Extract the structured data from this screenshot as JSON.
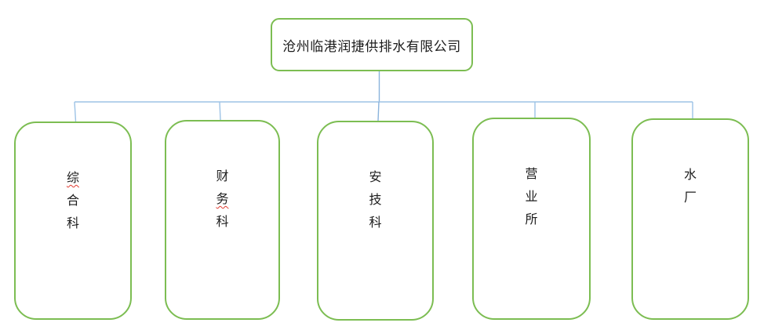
{
  "diagram": {
    "type": "org-chart",
    "root": {
      "label": "沧州临港润捷供排水有限公司"
    },
    "departments": [
      {
        "label": "综合科",
        "squiggle_indexes": [
          0
        ]
      },
      {
        "label": "财务科",
        "squiggle_indexes": [
          1
        ]
      },
      {
        "label": "安技科",
        "squiggle_indexes": []
      },
      {
        "label": "营业所",
        "squiggle_indexes": []
      },
      {
        "label": "水厂",
        "squiggle_indexes": []
      }
    ]
  },
  "colors": {
    "box_border_green": "#7CBD52",
    "connector_blue": "#9DC3E6",
    "connector_blue_dark": "#8AB3DC",
    "text": "#1c1c1c",
    "squiggle_red": "#E03A2F",
    "background": "#ffffff"
  }
}
